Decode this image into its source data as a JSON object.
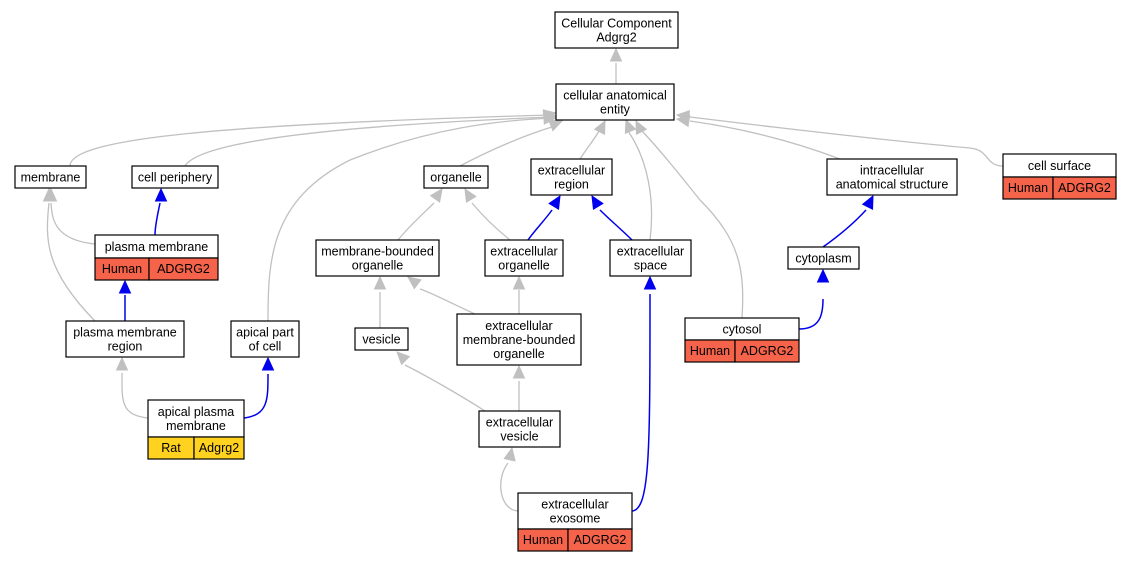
{
  "colors": {
    "human": "#f4634a",
    "rat": "#ffd21f",
    "is_a_edge": "#c0c0c0",
    "part_of_edge": "#0000ee"
  },
  "nodes": {
    "root": {
      "lines": [
        "Cellular Component",
        "Adgrg2"
      ]
    },
    "cae": {
      "lines": [
        "cellular anatomical",
        "entity"
      ]
    },
    "membrane": {
      "lines": [
        "membrane"
      ]
    },
    "cell_periphery": {
      "lines": [
        "cell periphery"
      ]
    },
    "organelle": {
      "lines": [
        "organelle"
      ]
    },
    "extracellular_region": {
      "lines": [
        "extracellular",
        "region"
      ]
    },
    "ias": {
      "lines": [
        "intracellular",
        "anatomical structure"
      ]
    },
    "cell_surface": {
      "lines": [
        "cell surface"
      ],
      "tags": [
        {
          "species": "Human",
          "gene": "ADGRG2"
        }
      ]
    },
    "plasma_membrane": {
      "lines": [
        "plasma membrane"
      ],
      "tags": [
        {
          "species": "Human",
          "gene": "ADGRG2"
        }
      ]
    },
    "mbo": {
      "lines": [
        "membrane-bounded",
        "organelle"
      ]
    },
    "eo": {
      "lines": [
        "extracellular",
        "organelle"
      ]
    },
    "es": {
      "lines": [
        "extracellular",
        "space"
      ]
    },
    "cytoplasm": {
      "lines": [
        "cytoplasm"
      ]
    },
    "pmr": {
      "lines": [
        "plasma membrane",
        "region"
      ]
    },
    "apical_part": {
      "lines": [
        "apical part",
        "of cell"
      ]
    },
    "vesicle": {
      "lines": [
        "vesicle"
      ]
    },
    "embo": {
      "lines": [
        "extracellular",
        "membrane-bounded",
        "organelle"
      ]
    },
    "cytosol": {
      "lines": [
        "cytosol"
      ],
      "tags": [
        {
          "species": "Human",
          "gene": "ADGRG2"
        }
      ]
    },
    "apm": {
      "lines": [
        "apical plasma",
        "membrane"
      ],
      "tags": [
        {
          "species": "Rat",
          "gene": "Adgrg2"
        }
      ]
    },
    "ev": {
      "lines": [
        "extracellular",
        "vesicle"
      ]
    },
    "exosome": {
      "lines": [
        "extracellular",
        "exosome"
      ],
      "tags": [
        {
          "species": "Human",
          "gene": "ADGRG2"
        }
      ]
    }
  },
  "edges": [
    {
      "from": "cae",
      "to": "root",
      "relation": "is_a"
    },
    {
      "from": "membrane",
      "to": "cae",
      "relation": "is_a"
    },
    {
      "from": "cell_periphery",
      "to": "cae",
      "relation": "is_a"
    },
    {
      "from": "organelle",
      "to": "cae",
      "relation": "is_a"
    },
    {
      "from": "extracellular_region",
      "to": "cae",
      "relation": "is_a"
    },
    {
      "from": "ias",
      "to": "cae",
      "relation": "is_a"
    },
    {
      "from": "cell_surface",
      "to": "cae",
      "relation": "is_a"
    },
    {
      "from": "apical_part",
      "to": "cae",
      "relation": "is_a"
    },
    {
      "from": "es",
      "to": "cae",
      "relation": "is_a"
    },
    {
      "from": "cytosol",
      "to": "cae",
      "relation": "is_a"
    },
    {
      "from": "plasma_membrane",
      "to": "membrane",
      "relation": "is_a"
    },
    {
      "from": "pmr",
      "to": "membrane",
      "relation": "is_a"
    },
    {
      "from": "plasma_membrane",
      "to": "cell_periphery",
      "relation": "part_of"
    },
    {
      "from": "mbo",
      "to": "organelle",
      "relation": "is_a"
    },
    {
      "from": "eo",
      "to": "organelle",
      "relation": "is_a"
    },
    {
      "from": "eo",
      "to": "extracellular_region",
      "relation": "part_of"
    },
    {
      "from": "es",
      "to": "extracellular_region",
      "relation": "part_of"
    },
    {
      "from": "cytoplasm",
      "to": "ias",
      "relation": "part_of"
    },
    {
      "from": "pmr",
      "to": "plasma_membrane",
      "relation": "part_of"
    },
    {
      "from": "apm",
      "to": "pmr",
      "relation": "is_a"
    },
    {
      "from": "apm",
      "to": "apical_part",
      "relation": "part_of"
    },
    {
      "from": "vesicle",
      "to": "mbo",
      "relation": "is_a"
    },
    {
      "from": "embo",
      "to": "mbo",
      "relation": "is_a"
    },
    {
      "from": "embo",
      "to": "eo",
      "relation": "is_a"
    },
    {
      "from": "cytosol",
      "to": "cytoplasm",
      "relation": "part_of"
    },
    {
      "from": "ev",
      "to": "vesicle",
      "relation": "is_a"
    },
    {
      "from": "ev",
      "to": "embo",
      "relation": "is_a"
    },
    {
      "from": "exosome",
      "to": "ev",
      "relation": "is_a"
    },
    {
      "from": "exosome",
      "to": "es",
      "relation": "part_of"
    }
  ]
}
